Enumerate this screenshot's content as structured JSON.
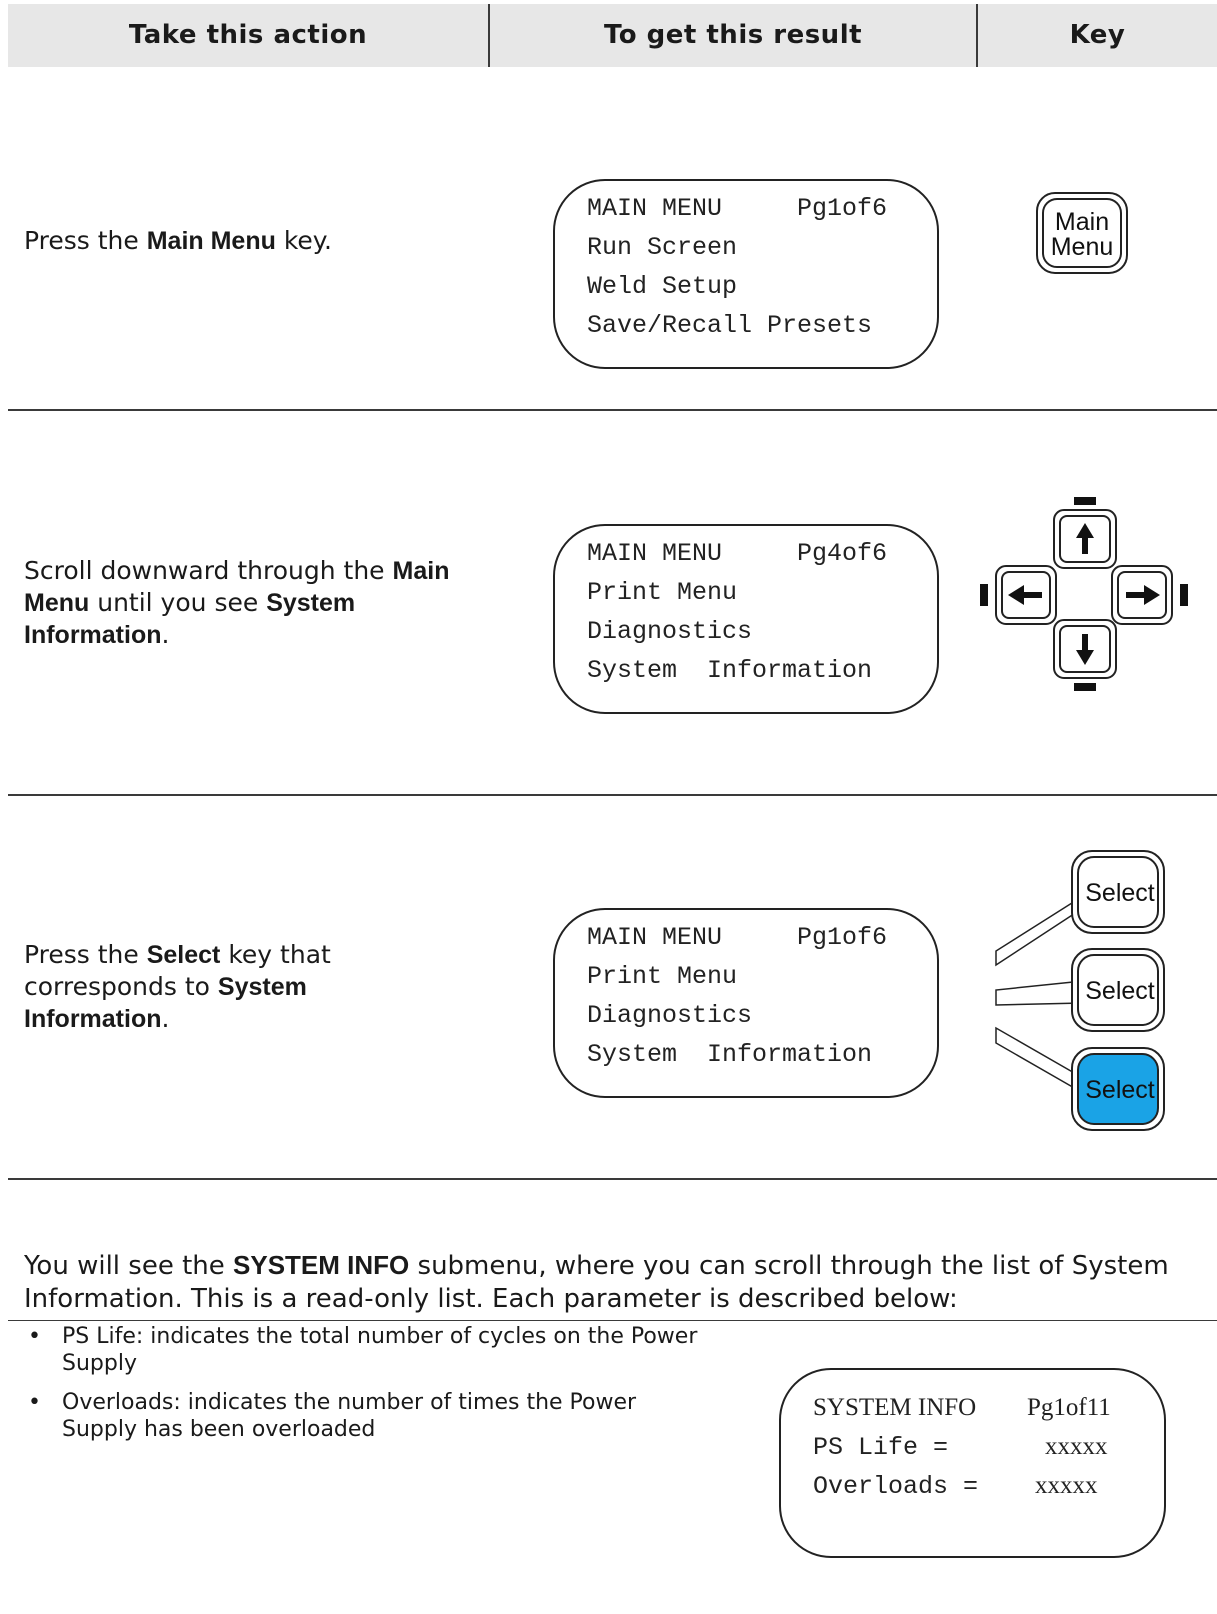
{
  "header": {
    "col1": "Take this action",
    "col2": "To get this result",
    "col3": "Key"
  },
  "rows": [
    {
      "action": {
        "pre": "Press the ",
        "bold1": "Main Menu",
        "post1": " key."
      },
      "lcd": [
        "MAIN MENU     Pg1of6",
        "Run Screen",
        "Weld Setup",
        "Save/Recall Presets"
      ],
      "key": {
        "line1": "Main",
        "line2": "Menu"
      }
    },
    {
      "action": {
        "pre": "Scroll downward through the ",
        "bold1": "Main Menu",
        "mid": " until you see ",
        "bold2": "System Information",
        "post": "."
      },
      "lcd": [
        "MAIN MENU     Pg4of6",
        "Print Menu",
        "Diagnostics",
        "System  Information"
      ]
    },
    {
      "action": {
        "pre": "Press the ",
        "bold1": "Select",
        "mid": " key that corresponds to ",
        "bold2": "System Information",
        "post": "."
      },
      "lcd": [
        "MAIN MENU     Pg1of6",
        "Print Menu",
        "Diagnostics",
        "System  Information"
      ],
      "keys": [
        "Select",
        "Select",
        "Select"
      ],
      "highlight_color": "#1aa3e6"
    }
  ],
  "intro": {
    "pre": "You will see the ",
    "bold": "SYSTEM INFO",
    "post": " submenu, where you can scroll through the list of System Information. This is a read-only list. Each parameter is described below:"
  },
  "bullets": [
    "PS Life: indicates the total number of cycles on the Power Supply",
    "Overloads: indicates the number of times the Power Supply has been overloaded"
  ],
  "sysinfo": {
    "title": "SYSTEM INFO",
    "page": "Pg1of11",
    "ps_label": "PS Life =",
    "ps_value": "xxxxx",
    "ov_label": "Overloads =",
    "ov_value": "xxxxx"
  }
}
